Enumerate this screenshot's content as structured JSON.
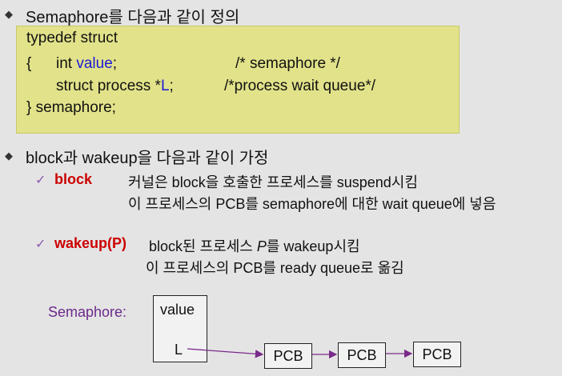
{
  "section1": {
    "heading": "Semaphore를 다음과 같이 정의",
    "code": {
      "line1": "typedef struct",
      "line2_open": "{",
      "line2_type": "int",
      "line2_var": "value",
      "line2_semi": ";",
      "line2_comment": "/* semaphore */",
      "line3_type": "struct process *",
      "line3_var": "L",
      "line3_semi": ";",
      "line3_comment": "/*process wait queue*/",
      "line4": "} semaphore;"
    }
  },
  "section2": {
    "heading": "block과 wakeup을 다음과 같이 가정",
    "block": {
      "term": "block",
      "line1": "커널은 block을 호출한 프로세스를 suspend시킴",
      "line2": "이 프로세스의 PCB를 semaphore에 대한 wait queue에 넣음"
    },
    "wakeup": {
      "term": "wakeup(P)",
      "line1_pre": "block된 프로세스 ",
      "line1_p": "P",
      "line1_post": "를 wakeup시킴",
      "line2": "이 프로세스의 PCB를 ready queue로 옮김"
    }
  },
  "diagram": {
    "label": "Semaphore:",
    "value_label": "value",
    "l_label": "L",
    "pcbs": [
      "PCB",
      "PCB",
      "PCB"
    ]
  },
  "colors": {
    "background": "#e4e4e4",
    "code_box": "#e2e28a",
    "keyword_red": "#cc0000",
    "code_blue": "#1a1ad6",
    "label_purple": "#6b2a8a",
    "arrow_purple": "#7a2a8a"
  },
  "icons": {
    "bullet": "diamond-bullet-icon",
    "check": "checkmark-icon"
  }
}
